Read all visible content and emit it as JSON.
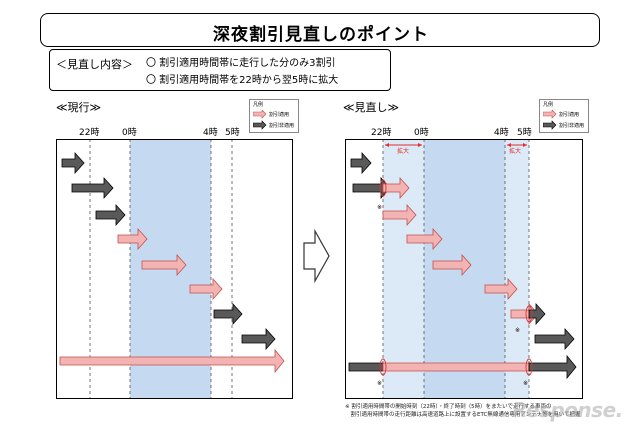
{
  "title": "深夜割引見直しのポイント",
  "summary": {
    "label": "＜見直し内容＞",
    "items": [
      "〇 割引適用時間帯に走行した分のみ3割引",
      "〇 割引適用時間帯を22時から翌5時に拡大"
    ]
  },
  "current": {
    "label": "≪現行≫",
    "times": [
      "22時",
      "0時",
      "4時",
      "5時"
    ]
  },
  "revised": {
    "label": "≪見直し≫",
    "times": [
      "22時",
      "0時",
      "4時",
      "5時"
    ],
    "expand": [
      "拡大",
      "拡大"
    ],
    "asterisk": "※"
  },
  "legend": {
    "title": "凡例",
    "items": [
      "割引適用",
      "割引非適用"
    ]
  },
  "colors": {
    "discount_band": "#c5d9f1",
    "expansion_band": "#dce9f6",
    "pink_arrow": "#f4b3b3",
    "pink_arrow_border": "#c0504d",
    "gray_arrow": "#595959",
    "red_marker": "#e03030"
  },
  "note": {
    "lines": [
      "※ 割引適用時間帯の開始時刻（22時）・終了時刻（5時）をまたいで走行する車両の",
      "　割引適用時間帯の走行距離は高速道路上に設置するETC無線通信専用アンテナ等を用いて把握"
    ]
  },
  "watermark": "Response.",
  "arrow_icon": "right-arrow-icon"
}
